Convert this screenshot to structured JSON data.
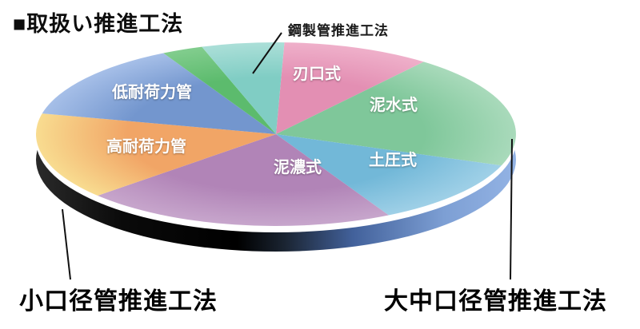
{
  "title": "■取扱い推進工法",
  "callouts": {
    "steel": "鋼製管推進工法",
    "small_diameter": "小口径管推進工法",
    "large_medium_diameter": "大中口径管推進工法"
  },
  "chart_data": {
    "type": "pie",
    "projection": "3d-ellipse",
    "title": "取扱い推進工法",
    "legend": "none",
    "data_labels": "slice-names-only",
    "rim": {
      "left_color": "#000000",
      "right_color": "#7d9fd4",
      "band_color": "#ffffff"
    },
    "slices": [
      {
        "id": "haguchi",
        "label": "刃口式",
        "percent": 10.0,
        "angle_deg": 36,
        "start_deg": 88,
        "color": "#e38fb3",
        "edge_color": "#efb0ca",
        "group": "大中口径管推進工法"
      },
      {
        "id": "deisui",
        "label": "泥水式",
        "percent": 20.0,
        "angle_deg": 72,
        "start_deg": 52,
        "color": "#7fc79a",
        "edge_color": "#a9dabb",
        "group": "大中口径管推進工法"
      },
      {
        "id": "doatsu",
        "label": "土圧式",
        "percent": 11.7,
        "angle_deg": 42,
        "start_deg": -20,
        "color": "#72b8d8",
        "edge_color": "#9fd0e7",
        "group": "大中口径管推進工法"
      },
      {
        "id": "deinou",
        "label": "泥濃式",
        "percent": 21.1,
        "angle_deg": 76,
        "start_deg": -62,
        "color": "#b184b7",
        "edge_color": "#c7a6cc",
        "group": "大中口径管推進工法"
      },
      {
        "id": "kou-taikaryoku",
        "label": "高耐荷力管",
        "percent": 15.3,
        "angle_deg": 55,
        "start_deg": -138,
        "color": "#f1a566",
        "edge_color": "#f8dc90",
        "group": "小口径管推進工法"
      },
      {
        "id": "tei-taikaryoku",
        "label": "低耐荷力管",
        "percent": 13.6,
        "angle_deg": 49,
        "start_deg": -193,
        "color": "#7396ce",
        "edge_color": "#a6bfe8",
        "group": "小口径管推進工法"
      },
      {
        "id": "green-sliver",
        "label": "",
        "percent": 2.8,
        "angle_deg": 10,
        "start_deg": -242,
        "color": "#5cbb6d",
        "edge_color": "#82cd8e",
        "group": ""
      },
      {
        "id": "kouseikan",
        "label": "",
        "percent": 5.5,
        "angle_deg": 20,
        "start_deg": -252,
        "color": "#80cdc4",
        "edge_color": "#abdfd8",
        "group": "鋼製管推進工法"
      }
    ]
  }
}
